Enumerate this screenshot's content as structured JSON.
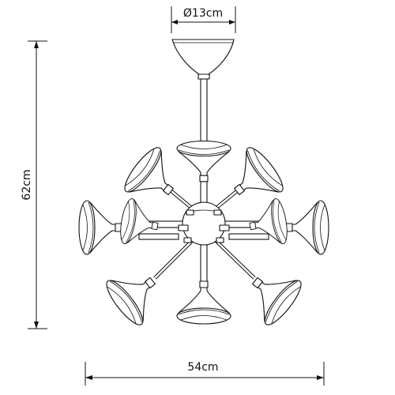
{
  "dimensions": {
    "canopy_diameter": "Ø13cm",
    "height": "62cm",
    "width": "54cm"
  },
  "colors": {
    "line": "#111111",
    "background": "#ffffff"
  }
}
